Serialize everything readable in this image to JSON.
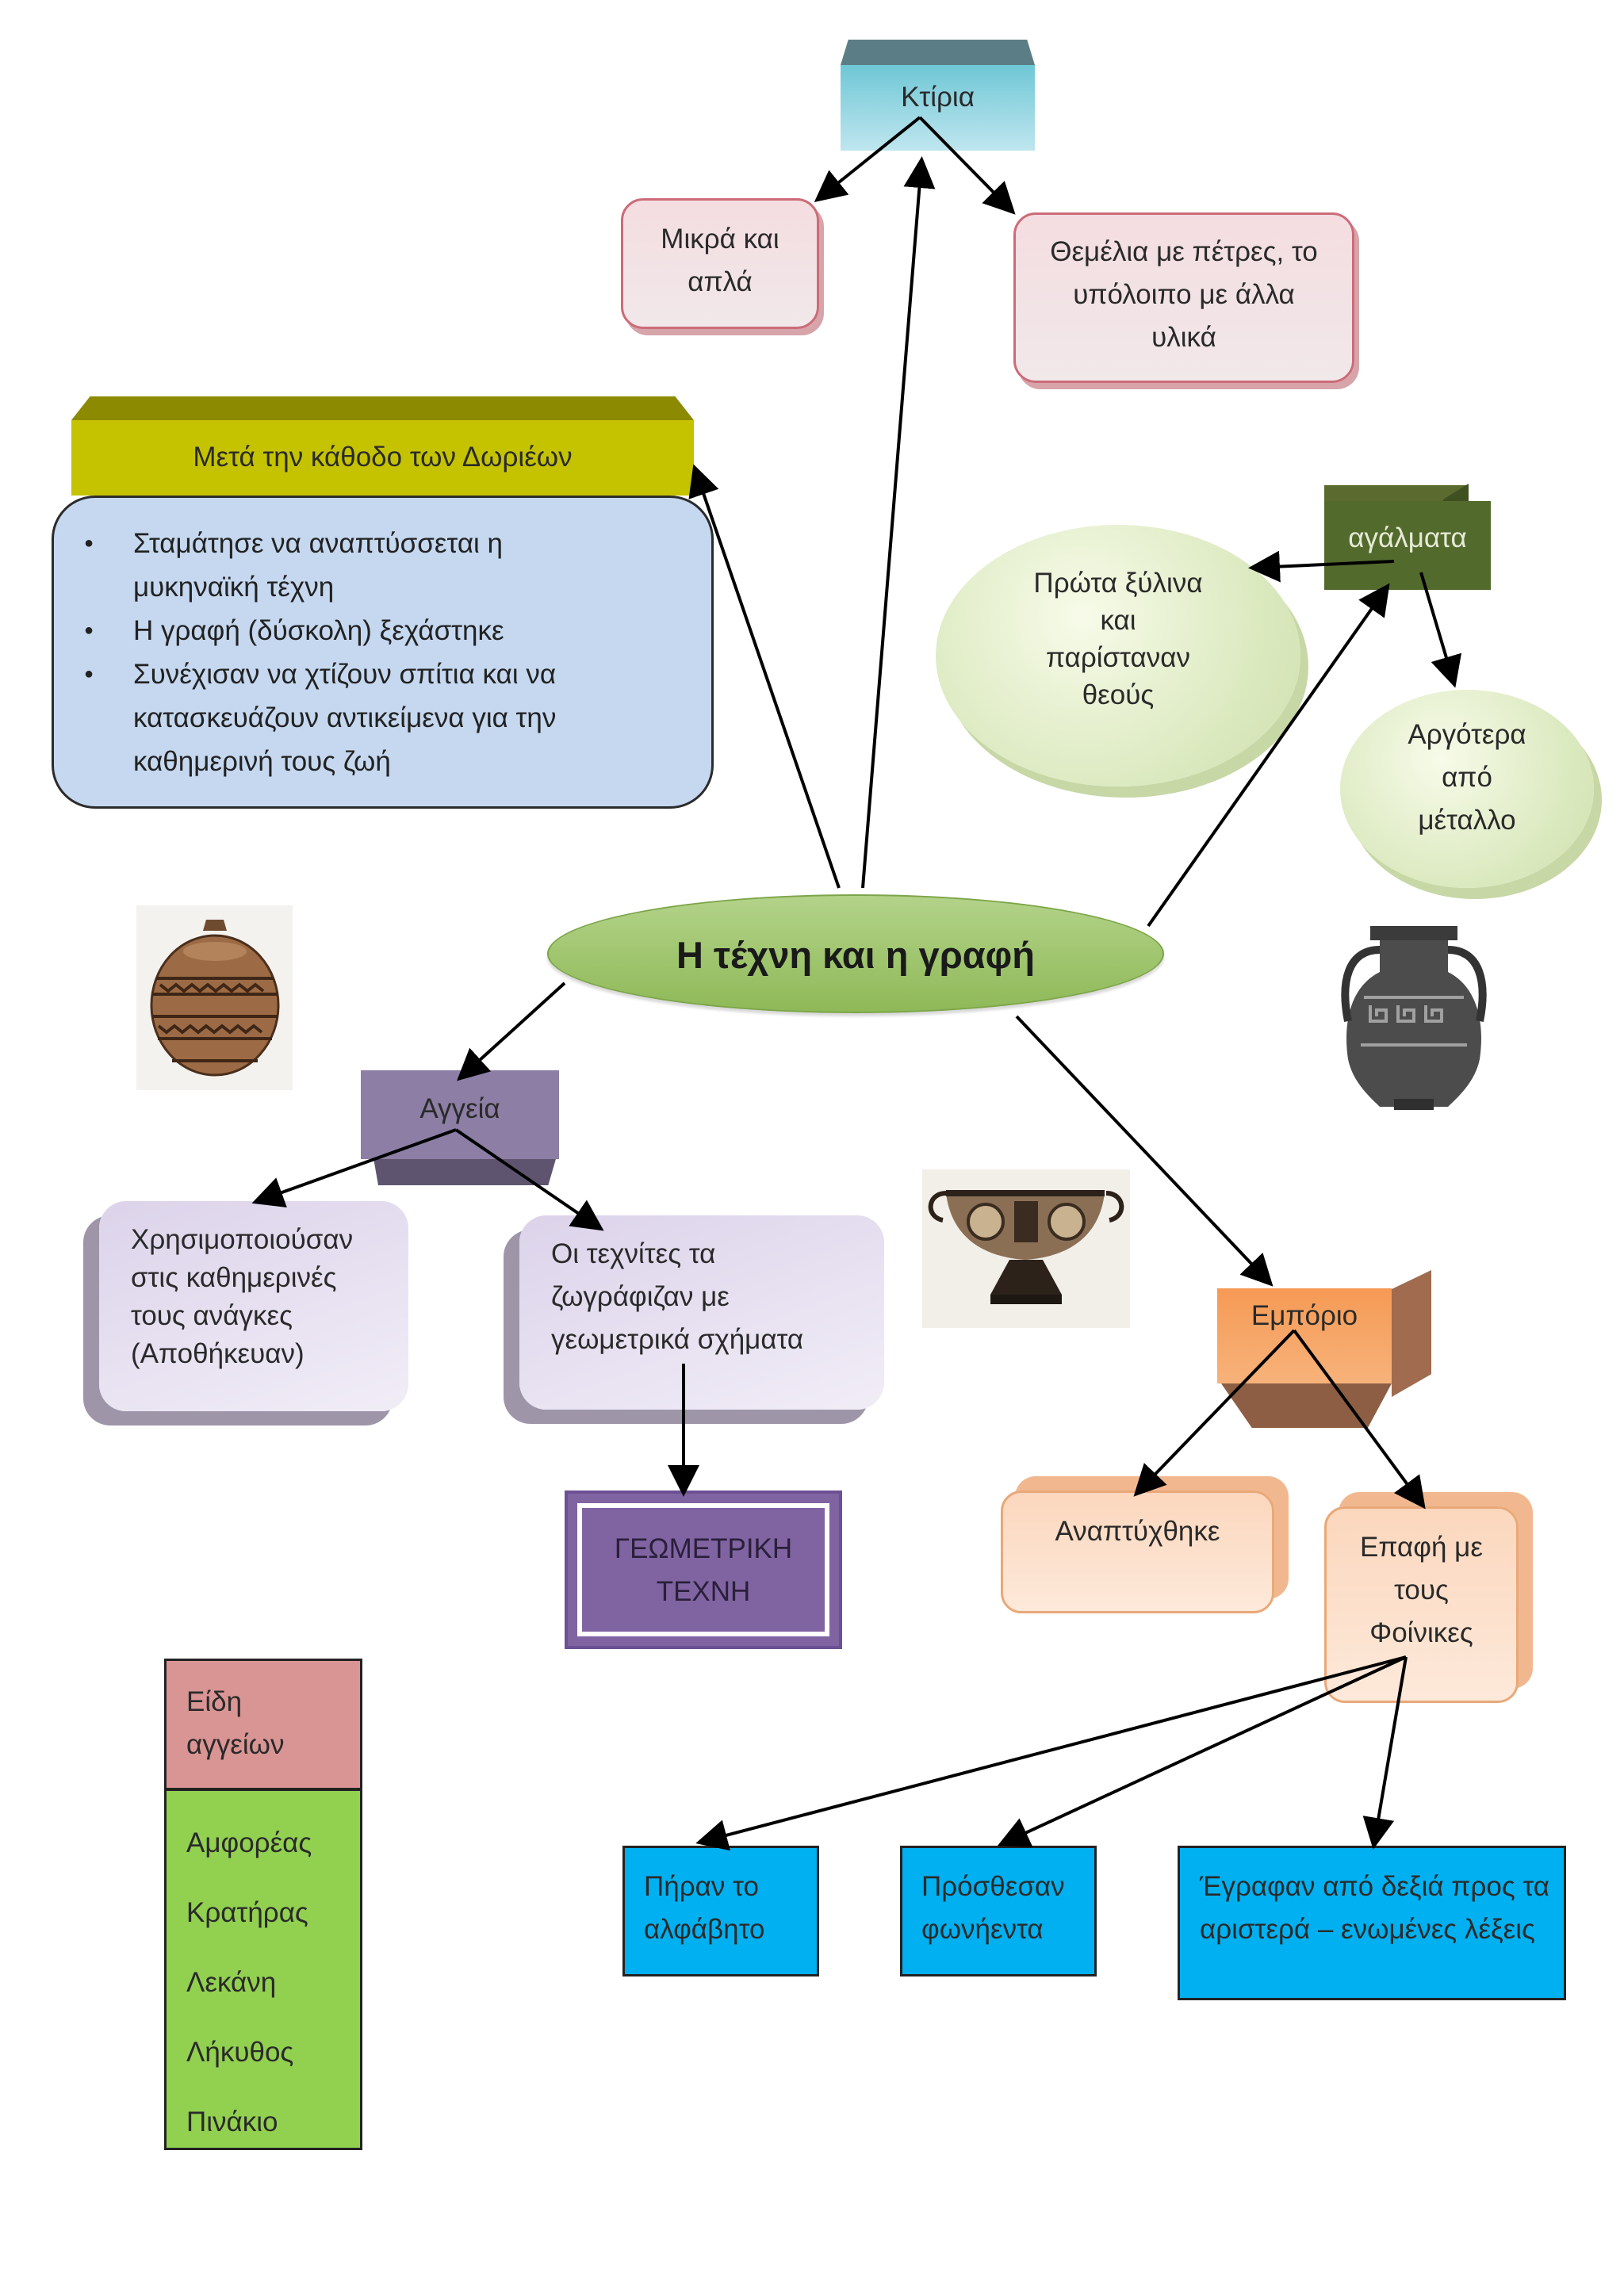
{
  "nodes": {
    "ktiria": "Κτίρια",
    "mikra": [
      "Μικρά και",
      "απλά"
    ],
    "themelia": [
      "Θεμέλια με πέτρες, το",
      "υπόλοιπο με άλλα",
      "υλικά"
    ],
    "dorians_title": "Μετά την κάθοδο των Δωριέων",
    "dorians_items": [
      [
        "Σταμάτησε να αναπτύσσεται η",
        "μυκηναϊκή τέχνη"
      ],
      [
        "Η γραφή (δύσκολη) ξεχάστηκε"
      ],
      [
        "Συνέχισαν να χτίζουν σπίτια και να",
        "κατασκευάζουν αντικείμενα για την",
        "καθημερινή τους ζωή"
      ]
    ],
    "agalmata": "αγάλματα",
    "xylina": [
      "Πρώτα ξύλινα",
      "και",
      "παρίσταναν",
      "θεούς"
    ],
    "metallo": [
      "Αργότερα",
      "από",
      "μέταλλο"
    ],
    "center": "Η τέχνη και η γραφή",
    "aggeia": "Αγγεία",
    "xrisimopoiousan": [
      "Χρησιμοποιούσαν",
      "στις καθημερινές",
      "τους ανάγκες",
      "(Αποθήκευαν)"
    ],
    "texnites": [
      "Οι τεχνίτες τα",
      "ζωγράφιζαν με",
      "γεωμετρικά σχήματα"
    ],
    "geometriki": [
      "ΓΕΩΜΕΤΡΙΚΗ",
      "ΤΕΧΝΗ"
    ],
    "emporio": "Εμπόριο",
    "anaptyxthike": "Αναπτύχθηκε",
    "epafi": [
      "Επαφή με",
      "τους",
      "Φοίνικες"
    ],
    "alfavito": [
      "Πήραν το",
      "αλφάβητο"
    ],
    "fonienta": [
      "Πρόσθεσαν",
      "φωνήεντα"
    ],
    "egrafan": [
      "Έγραφαν από δεξιά προς τα",
      "αριστερά – ενωμένες λέξεις"
    ]
  },
  "vessel_types": {
    "header": [
      "Είδη",
      "αγγείων"
    ],
    "items": [
      "Αμφορέας",
      "Κρατήρας",
      "Λεκάνη",
      "Λήκυθος",
      "Πινάκιο"
    ]
  },
  "colors": {
    "buildings": "#6fc7d6",
    "dorians": "#c5c300",
    "dorians_list": "#c5d8f0",
    "statues": "#536a2d",
    "center": "#9bc463",
    "vessels": "#8c7ea4",
    "geometric": "#8064a2",
    "trade": "#f69a55",
    "writing": "#00b0f0"
  }
}
